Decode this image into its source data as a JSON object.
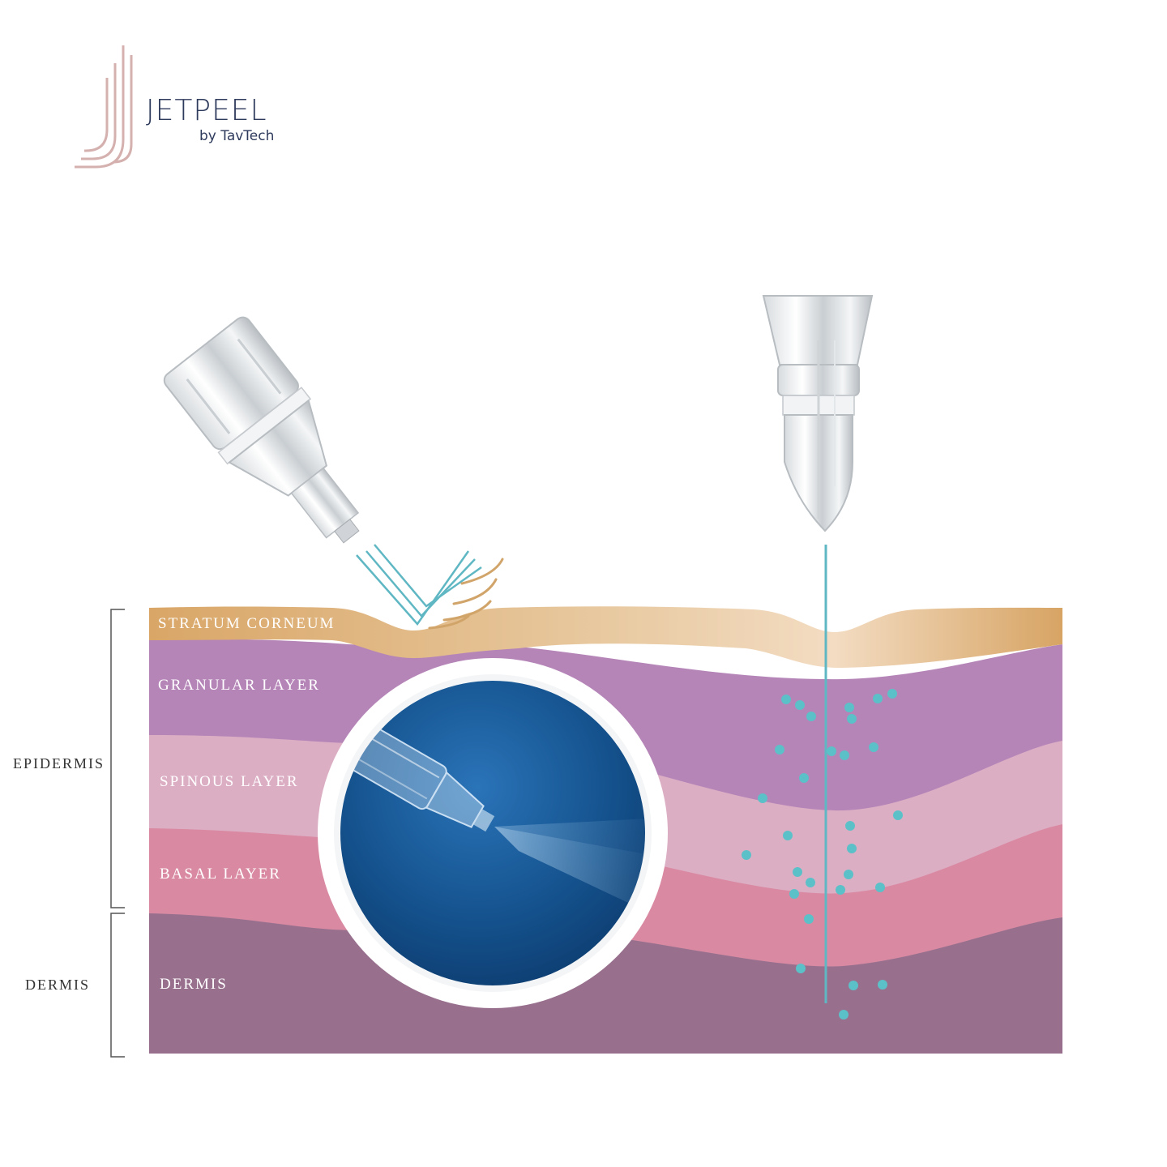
{
  "brand": {
    "name": "JETPEEL",
    "tagline": "by TavTech"
  },
  "layers": [
    {
      "label": "STRATUM CORNEUM",
      "color": "#d4a86a"
    },
    {
      "label": "GRANULAR LAYER",
      "color": "#b585b8"
    },
    {
      "label": "SPINOUS LAYER",
      "color": "#dcaec4"
    },
    {
      "label": "BASAL LAYER",
      "color": "#d98aa2"
    },
    {
      "label": "DERMIS",
      "color": "#98708e"
    }
  ],
  "groups": {
    "epidermis": "EPIDERMIS",
    "dermis": "DERMIS"
  },
  "colors": {
    "jet": "#5fb7c3",
    "droplet": "#5cc0c8",
    "logo": "#d4b0ae",
    "inset_blue": "#1a5fa0"
  }
}
